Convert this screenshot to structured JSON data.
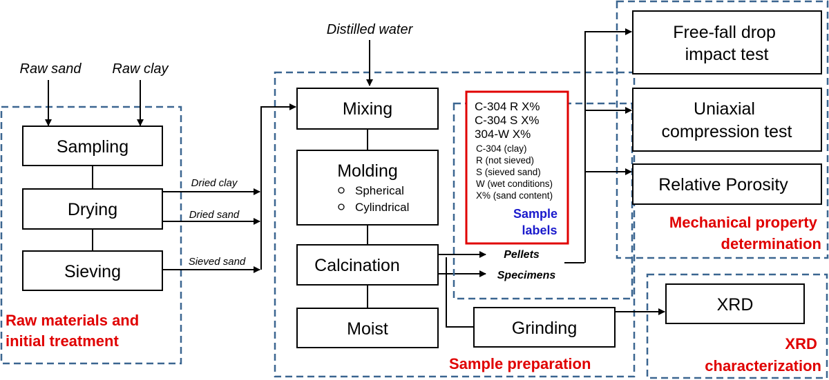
{
  "inputs": {
    "raw_sand": "Raw sand",
    "raw_clay": "Raw clay",
    "distilled_water": "Distilled water"
  },
  "raw_materials": {
    "sampling": "Sampling",
    "drying": "Drying",
    "sieving": "Sieving",
    "title_line1": "Raw materials and",
    "title_line2": "initial treatment"
  },
  "flows": {
    "dried_clay": "Dried clay",
    "dried_sand": "Dried sand",
    "sieved_sand": "Sieved sand",
    "pellets": "Pellets",
    "specimens": "Specimens"
  },
  "sample_preparation": {
    "mixing": "Mixing",
    "molding": "Molding",
    "molding_options": [
      "Spherical",
      "Cylindrical"
    ],
    "calcination": "Calcination",
    "moist": "Moist",
    "grinding": "Grinding",
    "title": "Sample preparation"
  },
  "sample_labels": {
    "codes": [
      "C-304 R X%",
      "C-304 S X%",
      "304-W X%"
    ],
    "legend": [
      "C-304 (clay)",
      "R (not sieved)",
      "S (sieved sand)",
      "W (wet conditions)",
      "X% (sand content)"
    ],
    "title_line1": "Sample",
    "title_line2": "labels"
  },
  "mechanical": {
    "freefall_line1": "Free-fall drop",
    "freefall_line2": "impact test",
    "uniaxial_line1": "Uniaxial",
    "uniaxial_line2": "compression test",
    "porosity": "Relative Porosity",
    "title_line1": "Mechanical property",
    "title_line2": "determination"
  },
  "xrd": {
    "box": "XRD",
    "title_line1": "XRD",
    "title_line2": "characterization"
  },
  "colors": {
    "dashed_border": "#3a6590",
    "section_title": "#e00000",
    "labels_title": "#1a1acc"
  }
}
